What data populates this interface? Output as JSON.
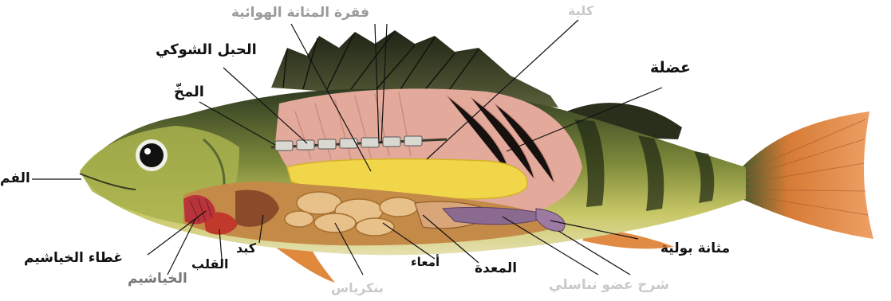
{
  "diagram": {
    "labels": {
      "mouth": "الفم",
      "spinal_cord": "الحبل الشوكي",
      "brain": "المخّ",
      "vertebra_swim_bladder": "فقرة  المثانة الهوائية",
      "top_faded": "كلية",
      "muscle": "عضلة",
      "urinary_bladder": "مثانة بولية",
      "genital_opening": "شرج  عضو تناسلي",
      "stomach": "المعدة",
      "intestines": "أمعاء",
      "pancreas": "بنكرياس",
      "liver": "كبد",
      "heart": "القلب",
      "gill_cover": "غطاء الخياشيم",
      "gills": "الخياشيم"
    },
    "colors": {
      "body_dark": "#3a4a2a",
      "body_light": "#b9c35a",
      "muscle": "#e3a99a",
      "swim_bladder": "#f2d64a",
      "intestine": "#e8c08a",
      "belly": "#d9a15c",
      "fin": "#e0883c",
      "tail": "#e7843f",
      "heart": "#c0392b",
      "kidney": "#8b6a8f"
    }
  }
}
